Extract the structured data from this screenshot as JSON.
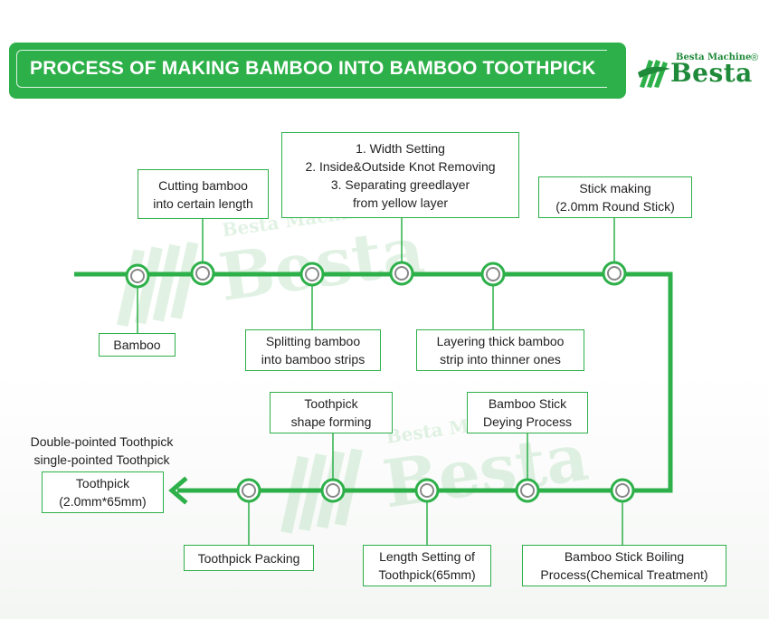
{
  "header": {
    "title": "PROCESS OF MAKING BAMBOO INTO BAMBOO TOOTHPICK"
  },
  "logo": {
    "small_text": "Besta Machine",
    "brand": "Besta",
    "registered": "®"
  },
  "watermarks": [
    {
      "small": "Besta Machine",
      "big": "Besta"
    },
    {
      "small": "Besta Machine",
      "big": "Besta"
    }
  ],
  "colors": {
    "accent": "#2db049",
    "node_fill": "#ffffff",
    "text": "#222222"
  },
  "top_row": {
    "labels_above": {
      "cutting": [
        "Cutting bamboo",
        "into certain length"
      ],
      "width": [
        "1. Width Setting",
        "2. Inside&Outside Knot Removing",
        "3. Separating greedlayer",
        "from yellow layer"
      ],
      "stick": [
        "Stick making",
        "(2.0mm Round Stick)"
      ]
    },
    "labels_below": {
      "bamboo": [
        "Bamboo"
      ],
      "splitting": [
        "Splitting bamboo",
        "into bamboo strips"
      ],
      "layering": [
        "Layering thick bamboo",
        "strip into thinner ones"
      ]
    }
  },
  "bottom_row": {
    "labels_above": {
      "shape": [
        "Toothpick",
        "shape forming"
      ],
      "dyeing": [
        "Bamboo Stick",
        "Deying Process"
      ]
    },
    "labels_below": {
      "packing": [
        "Toothpick Packing"
      ],
      "length": [
        "Length Setting of",
        "Toothpick(65mm)"
      ],
      "boiling": [
        "Bamboo Stick Boiling",
        "Process(Chemical Treatment)"
      ]
    },
    "end_product": {
      "types": [
        "Double-pointed Toothpick",
        "single-pointed Toothpick"
      ],
      "box": [
        "Toothpick",
        "(2.0mm*65mm)"
      ]
    }
  }
}
